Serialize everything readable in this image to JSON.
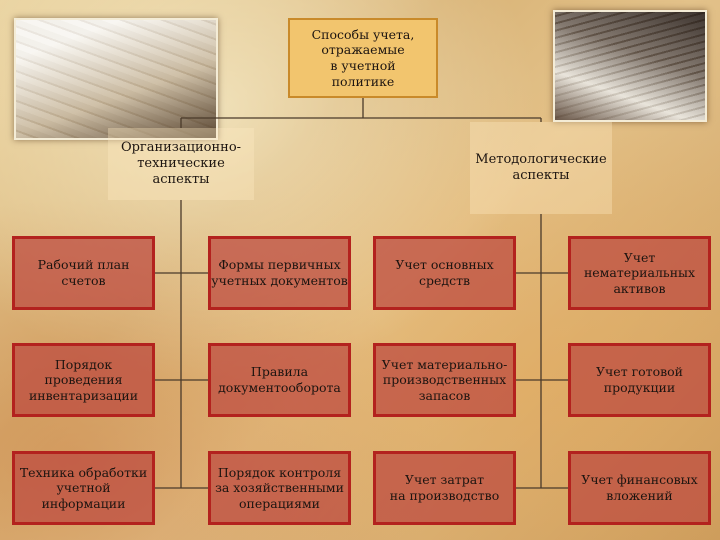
{
  "title": "Способы учета,\nотражаемые\nв учетной\nполитике",
  "branches": {
    "org": "Организационно-\nтехнические\nаспекты",
    "method": "Методологические\nаспекты"
  },
  "cells": [
    [
      "Рабочий план\nсчетов",
      "Формы первичных\nучетных документов",
      "Учет основных\nсредств",
      "Учет нематериальных\nактивов"
    ],
    [
      "Порядок проведения\nинвентаризации",
      "Правила\nдокументооборота",
      "Учет материально-\nпроизводственных\nзапасов",
      "Учет готовой\nпродукции"
    ],
    [
      "Техника обработки\nучетной информации",
      "Порядок контроля\nза хозяйственными\nоперациями",
      "Учет затрат\nна производство",
      "Учет финансовых\nвложений"
    ]
  ],
  "colors": {
    "cell_fill": "#bd483e",
    "cell_border": "#b3221e",
    "title_fill": "#f2c56e",
    "title_border": "#c98a2a",
    "line": "#4a3a2a"
  }
}
